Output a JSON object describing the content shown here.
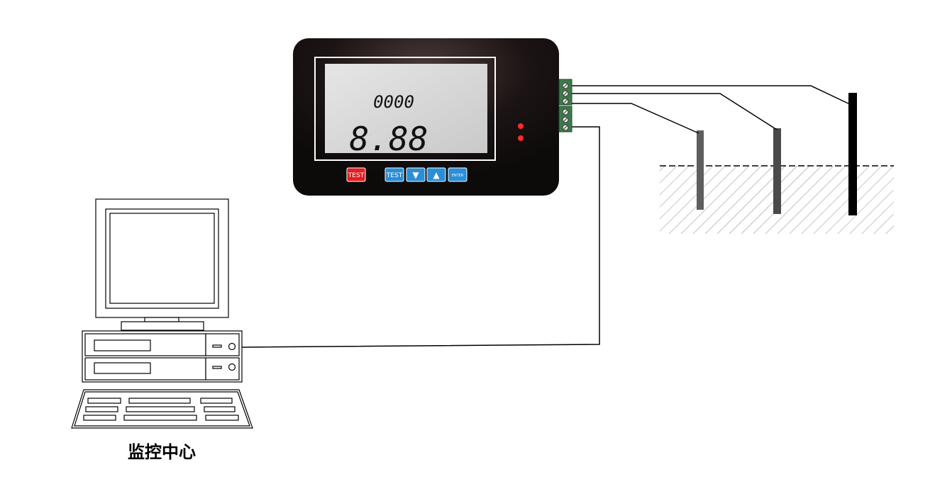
{
  "meter": {
    "display_top": "0000",
    "display_main": "8.88",
    "buttons": [
      {
        "label": "TEST",
        "color": "#e02020"
      },
      {
        "label": "TEST",
        "color": "#2a8fd6"
      },
      {
        "label": "▼",
        "color": "#2a8fd6"
      },
      {
        "label": "▲",
        "color": "#2a8fd6"
      },
      {
        "label": "ENTER",
        "color": "#2a8fd6"
      }
    ],
    "led_color": "#ff2a2a"
  },
  "computer": {
    "caption": "监控中心"
  }
}
